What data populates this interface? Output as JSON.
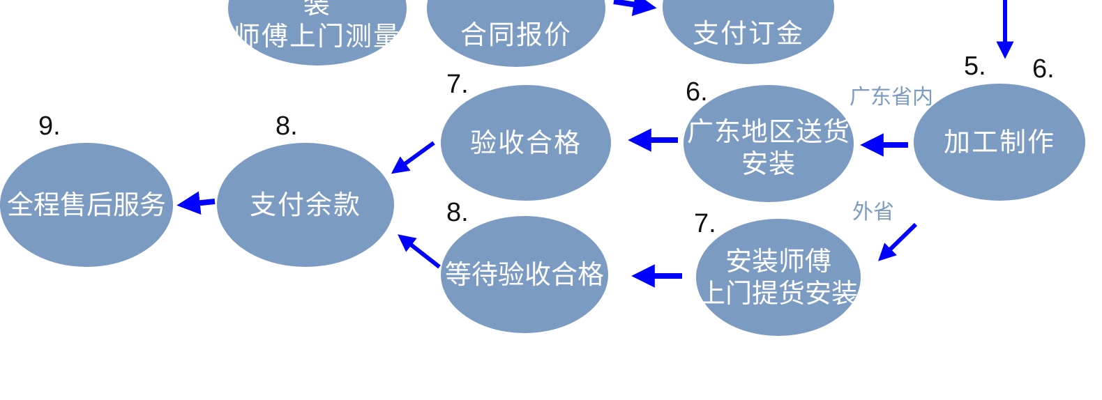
{
  "colors": {
    "node_fill": "#7b9bc2",
    "node_text": "#ffffff",
    "arrow": "#0000ff",
    "step_number": "#111111",
    "route_label": "#7b9bc2"
  },
  "nodes": {
    "site_measure": {
      "label": "携带图纸或安装\n师傅上门测量"
    },
    "contract_quote": {
      "label": "合同报价"
    },
    "pay_deposit": {
      "label": "支付订金"
    },
    "manufacture": {
      "label": "加工制作"
    },
    "gd_delivery": {
      "label": "广东地区送货\n安装"
    },
    "acceptance_ok": {
      "label": "验收合格"
    },
    "pay_balance": {
      "label": "支付余款"
    },
    "after_sales": {
      "label": "全程售后服务"
    },
    "installer_pickup": {
      "label": "安装师傅\n上门提货安装"
    },
    "await_acceptance": {
      "label": "等待验收合格"
    }
  },
  "step_numbers": {
    "manufacture_5": "5.",
    "manufacture_6": "6.",
    "gd_delivery": "6.",
    "acceptance_ok": "7.",
    "pay_balance": "8.",
    "after_sales": "9.",
    "installer_pickup": "7.",
    "await_acceptance": "8."
  },
  "route_labels": {
    "in_province": "广东省内",
    "out_province": "外省"
  }
}
